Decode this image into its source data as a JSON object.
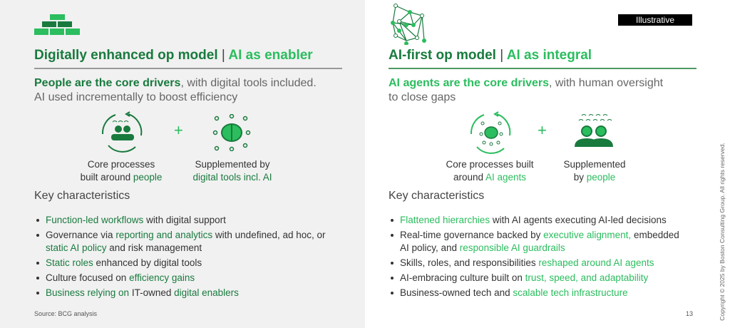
{
  "left": {
    "title_main": "Digitally enhanced op model",
    "title_sep": "|",
    "title_accent": "AI as enabler",
    "subtitle_bold": "People are the core drivers",
    "subtitle_rest": ", with digital tools included.",
    "subtitle_line2": "AI used incrementally to boost efficiency",
    "icon1_caption_line1": "Core processes",
    "icon1_caption_line2_a": "built around ",
    "icon1_caption_line2_b": "people",
    "plus": "+",
    "icon2_caption_line1": "Supplemented by",
    "icon2_caption_line2": "digital tools incl. AI",
    "key_heading": "Key characteristics",
    "bullets": [
      [
        {
          "t": "Function-led workflows",
          "g": true
        },
        {
          "t": " with digital support"
        }
      ],
      [
        {
          "t": "Governance via "
        },
        {
          "t": "reporting and analytics",
          "g": true
        },
        {
          "t": " with undefined, ad hoc, or "
        },
        {
          "t": "static AI policy",
          "g": true
        },
        {
          "t": " and risk management"
        }
      ],
      [
        {
          "t": "Static roles",
          "g": true
        },
        {
          "t": " enhanced by digital tools"
        }
      ],
      [
        {
          "t": "Culture focused on "
        },
        {
          "t": "efficiency gains",
          "g": true
        }
      ],
      [
        {
          "t": "Business relying on",
          "g": true
        },
        {
          "t": " IT-owned "
        },
        {
          "t": "digital enablers",
          "g": true
        }
      ]
    ],
    "source": "Source: BCG analysis"
  },
  "right": {
    "badge": "Illustrative",
    "title_main": "AI-first op model",
    "title_sep": "|",
    "title_accent": "AI as integral",
    "subtitle_bold": "AI agents are the core drivers",
    "subtitle_rest": ", with human oversight",
    "subtitle_line2": "to close gaps",
    "icon1_caption_line1": "Core processes built",
    "icon1_caption_line2_a": "around ",
    "icon1_caption_line2_b": "AI agents",
    "plus": "+",
    "icon2_caption_line1": "Supplemented",
    "icon2_caption_line2_a": "by ",
    "icon2_caption_line2_b": "people",
    "key_heading": "Key characteristics",
    "bullets": [
      [
        {
          "t": "Flattened hierarchies",
          "g": true
        },
        {
          "t": " with AI agents executing AI-led decisions"
        }
      ],
      [
        {
          "t": "Real-time governance backed by "
        },
        {
          "t": "executive alignment,",
          "g": true
        },
        {
          "t": " embedded AI policy, and "
        },
        {
          "t": "responsible AI guardrails",
          "g": true
        }
      ],
      [
        {
          "t": "Skills, roles, and responsibilities "
        },
        {
          "t": "reshaped around AI agents",
          "g": true
        }
      ],
      [
        {
          "t": "AI-embracing culture built on "
        },
        {
          "t": "trust, speed, and adaptability",
          "g": true
        }
      ],
      [
        {
          "t": "Business-owned tech and "
        },
        {
          "t": "scalable tech infrastructure",
          "g": true
        }
      ]
    ],
    "page_number": "13"
  },
  "copyright": "Copyright © 2025 by Boston Consulting Group. All rights reserved.",
  "colors": {
    "dark_green": "#197a3e",
    "bright_green": "#2bbd5e",
    "left_bg": "#f1f1f1"
  }
}
